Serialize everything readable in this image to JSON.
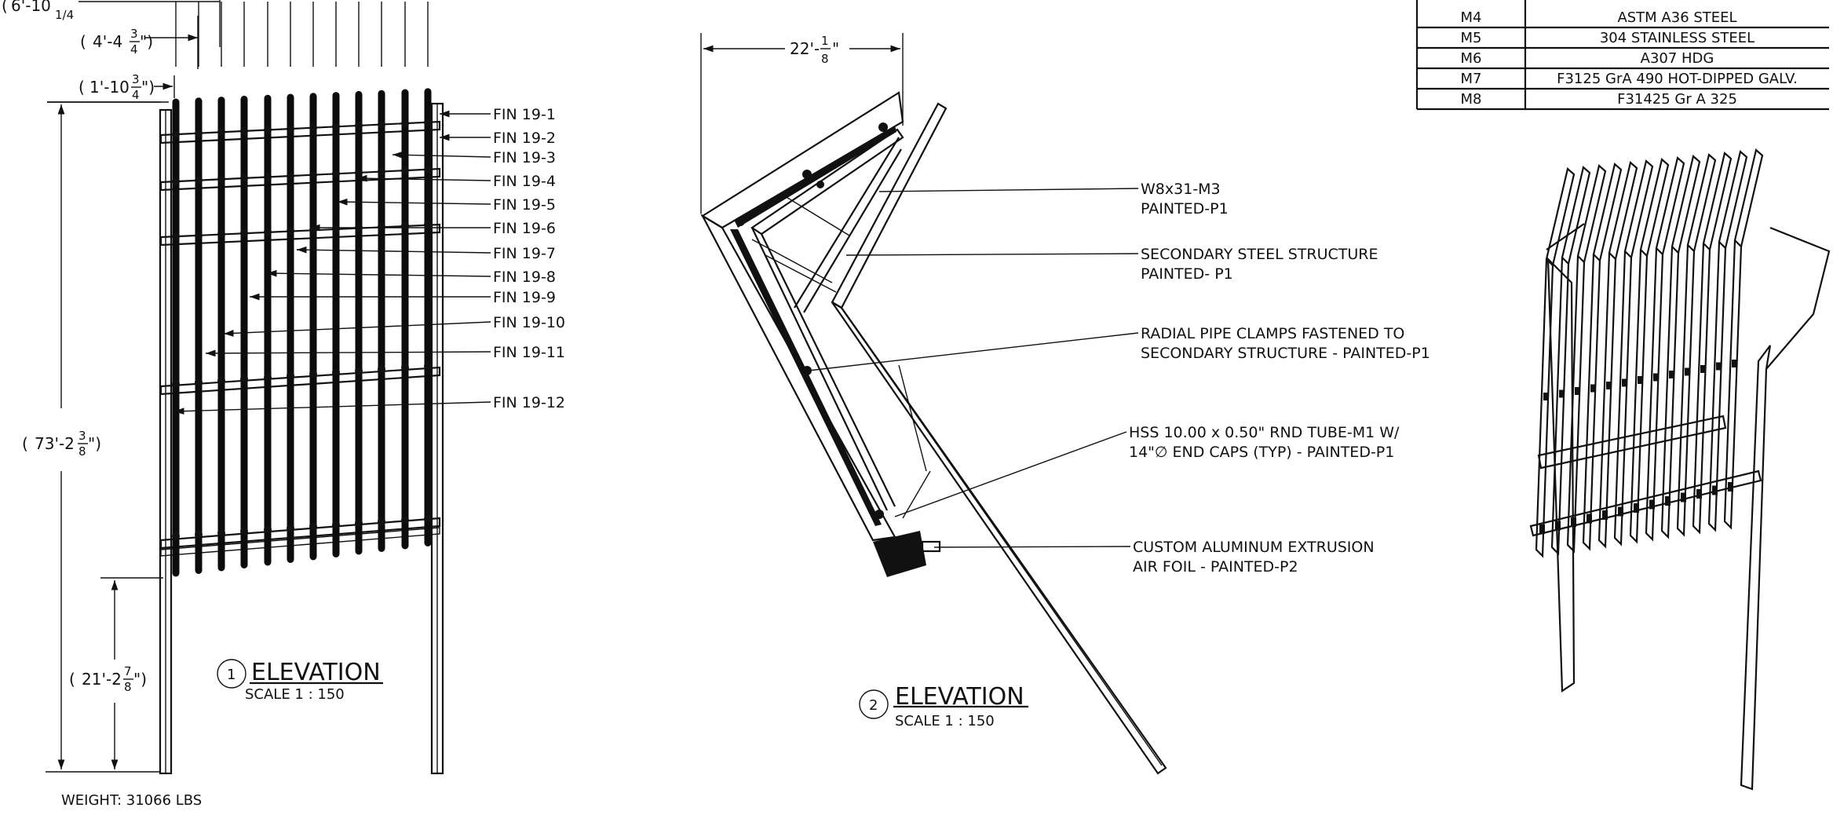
{
  "materials": {
    "rows": [
      {
        "code": "M4",
        "desc": "ASTM A36 STEEL"
      },
      {
        "code": "M5",
        "desc": "304 STAINLESS STEEL"
      },
      {
        "code": "M6",
        "desc": "A307 HDG"
      },
      {
        "code": "M7",
        "desc": "F3125 GrA 490 HOT-DIPPED GALV."
      },
      {
        "code": "M8",
        "desc": "F31425 Gr A 325"
      }
    ]
  },
  "view1": {
    "number": "1",
    "title": "ELEVATION",
    "scale": "SCALE 1 : 150",
    "weight": "WEIGHT: 31066 LBS",
    "fins": [
      "FIN 19-1",
      "FIN 19-2",
      "FIN 19-3",
      "FIN 19-4",
      "FIN 19-5",
      "FIN 19-6",
      "FIN 19-7",
      "FIN 19-8",
      "FIN 19-9",
      "FIN 19-10",
      "FIN 19-11",
      "FIN 19-12"
    ],
    "dims": {
      "top_whole": "6'-10",
      "top_frac": "1/4",
      "d2_whole": "4'-4",
      "d2_num": "3",
      "d2_den": "4",
      "d3_whole": "1'-10",
      "d3_num": "3",
      "d3_den": "4",
      "height_whole": "73'-2",
      "height_num": "3",
      "height_den": "8",
      "base_whole": "21'-2",
      "base_num": "7",
      "base_den": "8"
    }
  },
  "view2": {
    "number": "2",
    "title": "ELEVATION",
    "scale": "SCALE 1 : 150",
    "width_whole": "22'-",
    "width_num": "1",
    "width_den": "8",
    "callouts": [
      {
        "l1": "W8x31-M3",
        "l2": "PAINTED-P1"
      },
      {
        "l1": "SECONDARY STEEL STRUCTURE",
        "l2": " PAINTED- P1"
      },
      {
        "l1": "RADIAL PIPE CLAMPS FASTENED TO",
        "l2": "SECONDARY STRUCTURE - PAINTED-P1"
      },
      {
        "l1": "HSS 10.00 x 0.50\" RND TUBE-M1 W/",
        "l2": "14\"∅ END CAPS (TYP) - PAINTED-P1"
      },
      {
        "l1": "CUSTOM ALUMINUM EXTRUSION",
        "l2": "AIR FOIL - PAINTED-P2"
      }
    ]
  }
}
